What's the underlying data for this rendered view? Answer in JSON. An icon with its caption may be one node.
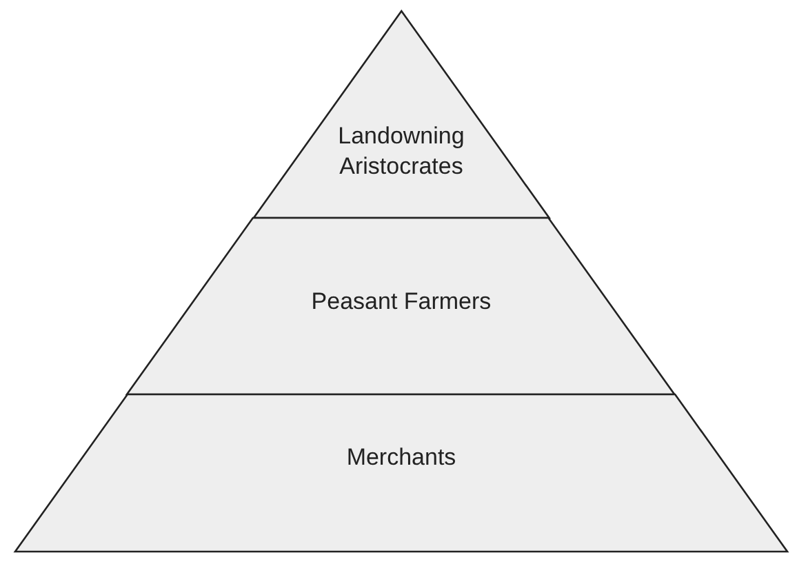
{
  "diagram": {
    "nodes": [
      {
        "text": [
          "Landowning Aristocrates"
        ]
      },
      {
        "text": [
          "Peasant Farmers"
        ]
      },
      {
        "text": [
          "Merchants"
        ]
      }
    ]
  }
}
